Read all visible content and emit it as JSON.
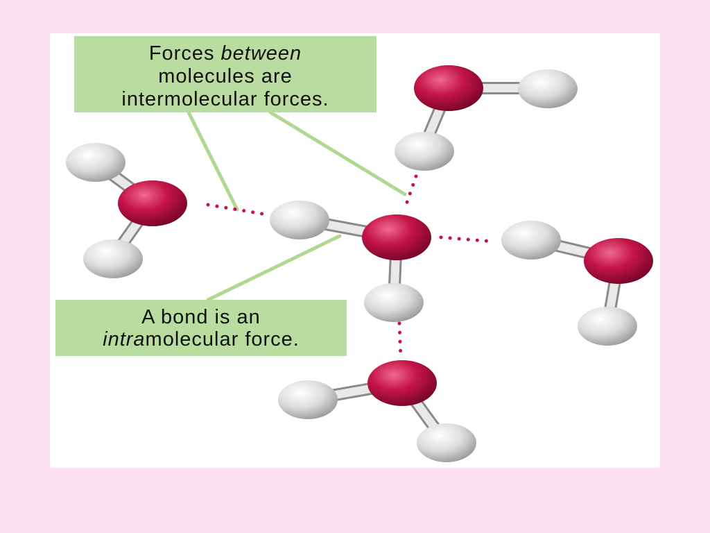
{
  "colors": {
    "background": "#fde0ef",
    "panel": "#ffffff",
    "callout_fill": "#b9dca0",
    "leader_line": "#b0d890",
    "oxygen": "#b0103e",
    "hydrogen": "#d4d4d4",
    "hydrogen_bond_dots": "#c8104a"
  },
  "callouts": {
    "intermolecular": {
      "line1_pre": "Forces ",
      "line1_em": "between",
      "line2": "molecules are",
      "line3": "intermolecular forces."
    },
    "intramolecular": {
      "line1": "A bond is an",
      "line2_em": "intra",
      "line2_post": "molecular force."
    }
  },
  "diagram": {
    "molecule": "water",
    "molecule_count": 5,
    "atoms": {
      "oxygen": "oxygen-atom",
      "hydrogen": "hydrogen-atom"
    },
    "hydrogen_bond_count": 4
  }
}
